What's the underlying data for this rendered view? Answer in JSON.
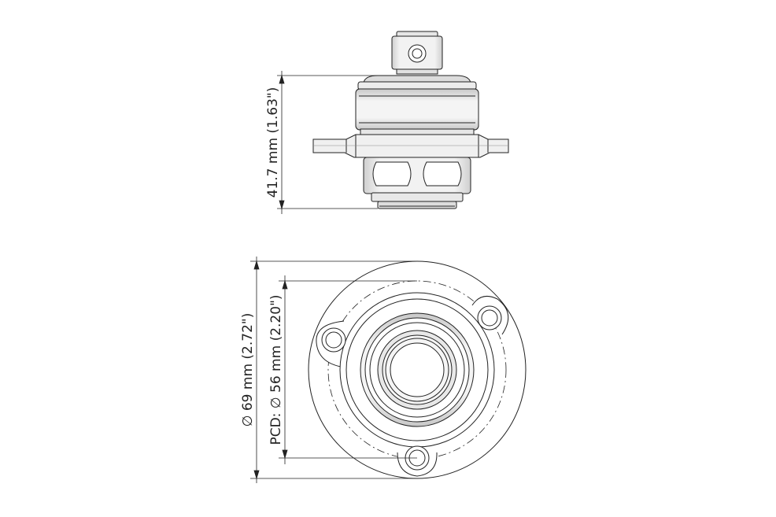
{
  "dimensions": {
    "height": "41.7 mm (1.63\")",
    "outer_diameter": "∅ 69 mm (2.72\")",
    "pcd": "PCD: ∅ 56 mm (2.20\")"
  },
  "colors": {
    "outline": "#222222",
    "shading": "#d9d9d9",
    "light_fill": "#eeeeee",
    "background": "#ffffff"
  }
}
